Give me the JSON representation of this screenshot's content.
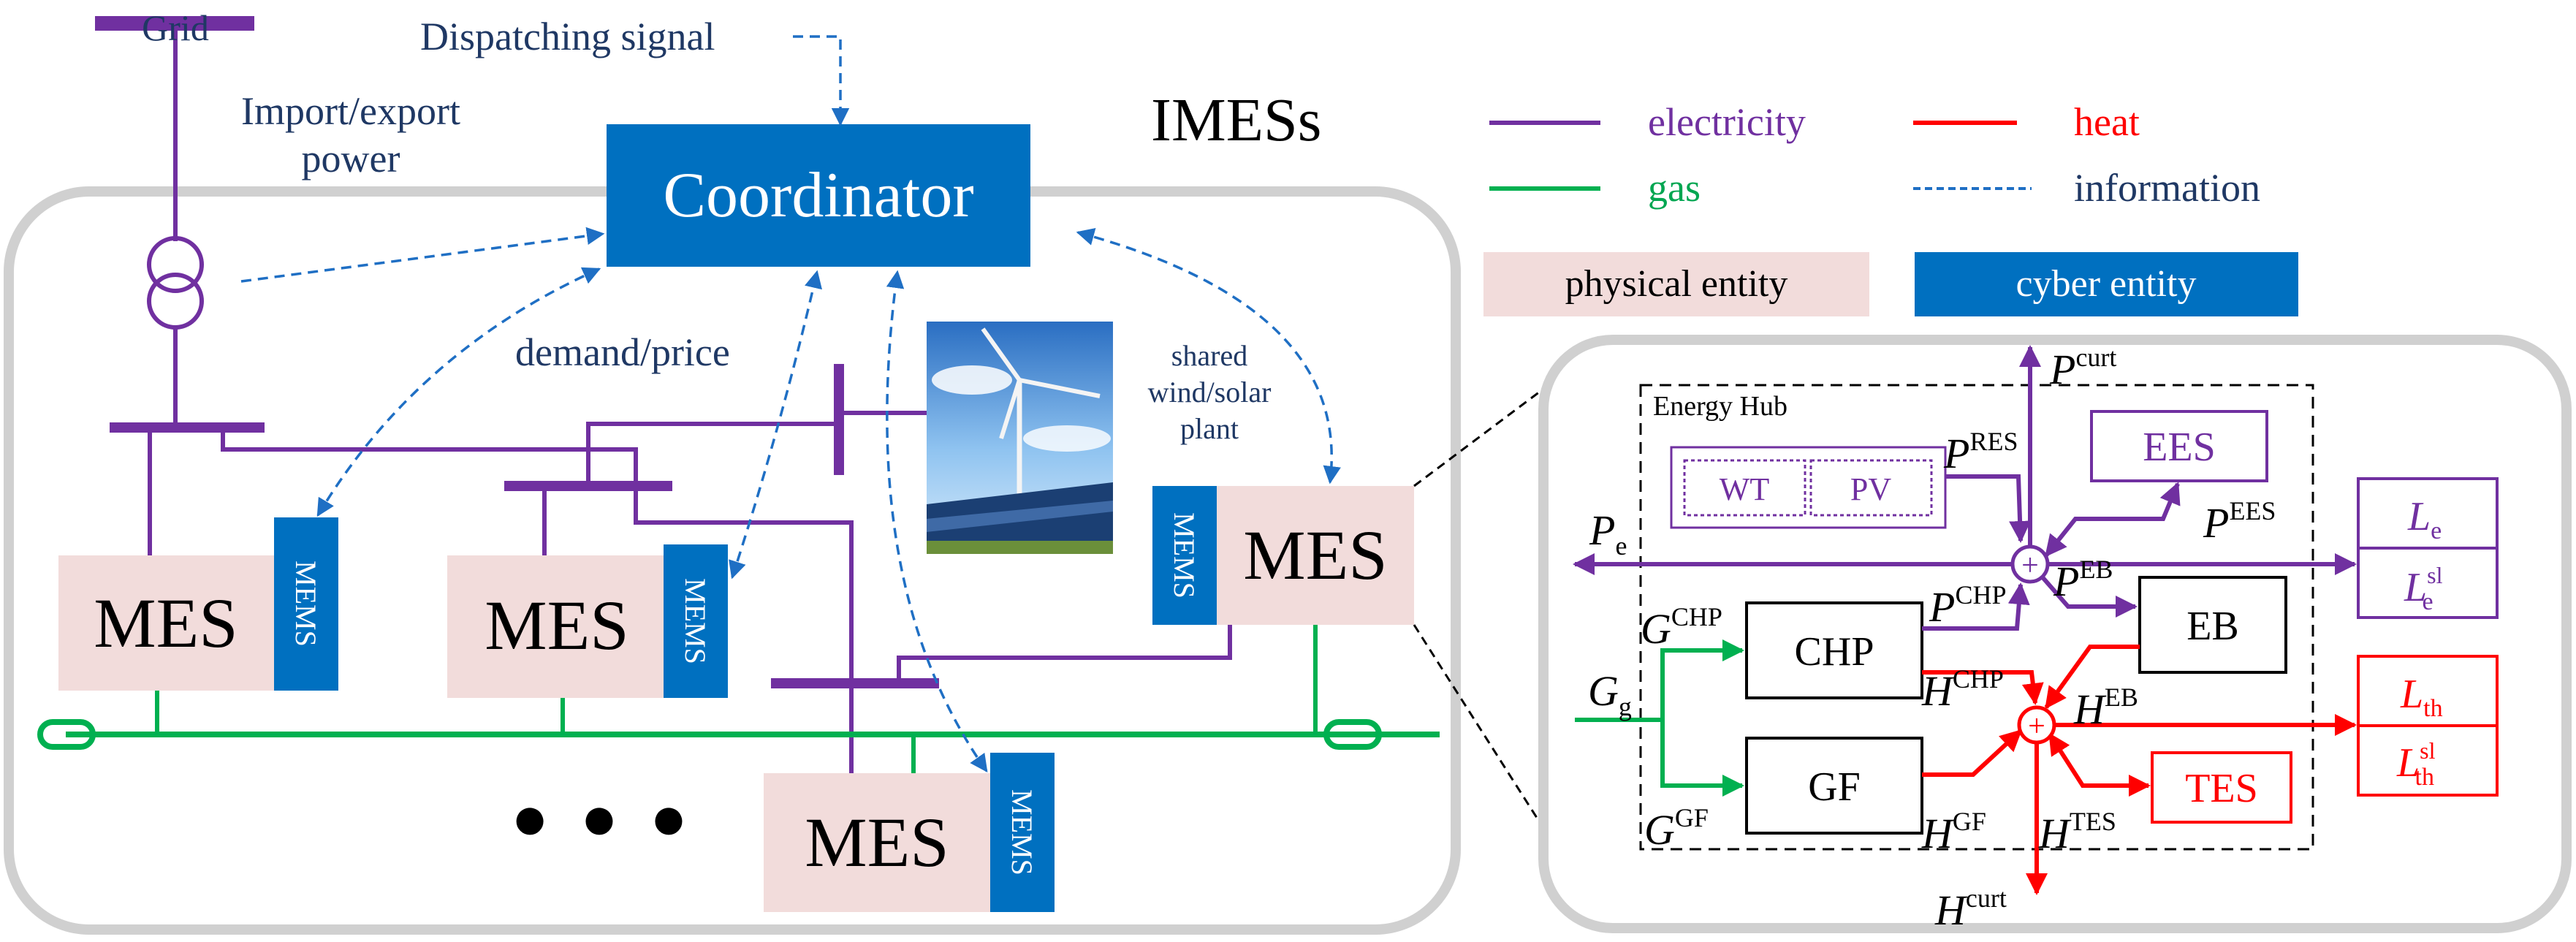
{
  "colors": {
    "electricity": "#7030a0",
    "gas": "#00b050",
    "heat": "#ff0000",
    "information": "#1f6fc4",
    "text_blue": "#1f3864",
    "physical_fill": "#f2dcdb",
    "cyber_fill": "#0070c0",
    "frame": "#d0d0d0"
  },
  "left": {
    "grid_label": "Grid",
    "import_export_line1": "Import/export",
    "import_export_line2": "power",
    "dispatching_signal": "Dispatching signal",
    "coordinator": "Coordinator",
    "imess": "IMESs",
    "demand_price": "demand/price",
    "shared_line1": "shared",
    "shared_line2": "wind/solar",
    "shared_line3": "plant",
    "mes": "MES",
    "mems": "MEMS",
    "ellipsis": "● ● ●"
  },
  "legend": {
    "electricity": "electricity",
    "heat": "heat",
    "gas": "gas",
    "information": "information",
    "physical_entity": "physical entity",
    "cyber_entity": "cyber entity"
  },
  "hub": {
    "title": "Energy Hub",
    "wt": "WT",
    "pv": "PV",
    "ees": "EES",
    "chp": "CHP",
    "eb": "EB",
    "gf": "GF",
    "tes": "TES",
    "plus": "+",
    "P": "P",
    "G": "G",
    "H": "H",
    "L": "L",
    "sup_curt": "curt",
    "sup_res": "RES",
    "sup_ees": "EES",
    "sup_chp": "CHP",
    "sup_eb": "EB",
    "sup_gf": "GF",
    "sup_tes": "TES",
    "sup_sl": "sl",
    "sub_e": "e",
    "sub_g": "g",
    "sub_th": "th"
  }
}
